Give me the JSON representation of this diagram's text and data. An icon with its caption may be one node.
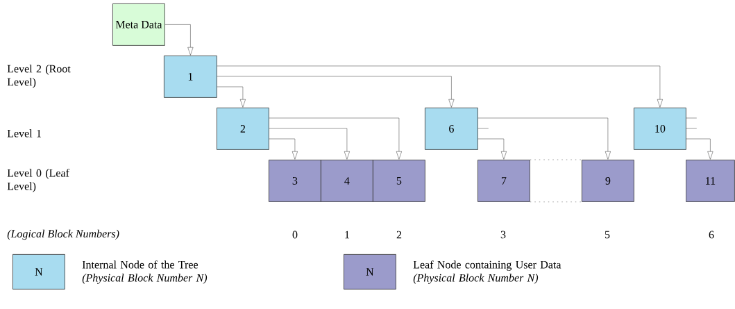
{
  "diagram": {
    "nodes": [
      {
        "text": [
          "Meta Data"
        ]
      },
      {
        "text": [
          "1"
        ]
      },
      {
        "text": [
          "2"
        ]
      },
      {
        "text": [
          "6"
        ]
      },
      {
        "text": [
          "10"
        ]
      },
      {
        "text": [
          "3"
        ]
      },
      {
        "text": [
          "4"
        ]
      },
      {
        "text": [
          "5"
        ]
      },
      {
        "text": [
          "7"
        ]
      },
      {
        "text": [
          "9"
        ]
      },
      {
        "text": [
          "11"
        ]
      }
    ],
    "edges": [
      {
        "from": 0,
        "to": 1,
        "arrow": "to"
      },
      {
        "from": 1,
        "to": 4,
        "arrow": "to"
      },
      {
        "from": 1,
        "to": 3,
        "arrow": "to"
      },
      {
        "from": 1,
        "to": 2,
        "arrow": "to"
      },
      {
        "from": 2,
        "to": 7,
        "arrow": "to"
      },
      {
        "from": 2,
        "to": 6,
        "arrow": "to"
      },
      {
        "from": 2,
        "to": 5,
        "arrow": "to"
      },
      {
        "from": 3,
        "to": 9,
        "arrow": "to"
      },
      {
        "from": 3,
        "to": null,
        "arrow": "none"
      },
      {
        "from": 3,
        "to": 8,
        "arrow": "to"
      },
      {
        "from": 4,
        "to": null,
        "arrow": "none"
      },
      {
        "from": 4,
        "to": null,
        "arrow": "none"
      },
      {
        "from": 4,
        "to": 10,
        "arrow": "to"
      },
      {
        "from": 8,
        "to": 9,
        "arrow": "none",
        "style": "dashed"
      },
      {
        "from": 8,
        "to": 9,
        "arrow": "none",
        "style": "dashed"
      }
    ],
    "labels": [
      "Level 2 (Root Level)",
      "Level 1",
      "Level 0 (Leaf Level)",
      "(Logical Block Numbers)",
      "0",
      "1",
      "2",
      "3",
      "5",
      "6",
      "N",
      "N"
    ],
    "legend": [
      {
        "text": "Internal Node of the Tree *(Physical Block Number N)*",
        "color": "#a8dcf0"
      },
      {
        "text": "Leaf Node containing User Data *(Physical Block Number N)*",
        "color": "#9b9bcb"
      }
    ]
  }
}
